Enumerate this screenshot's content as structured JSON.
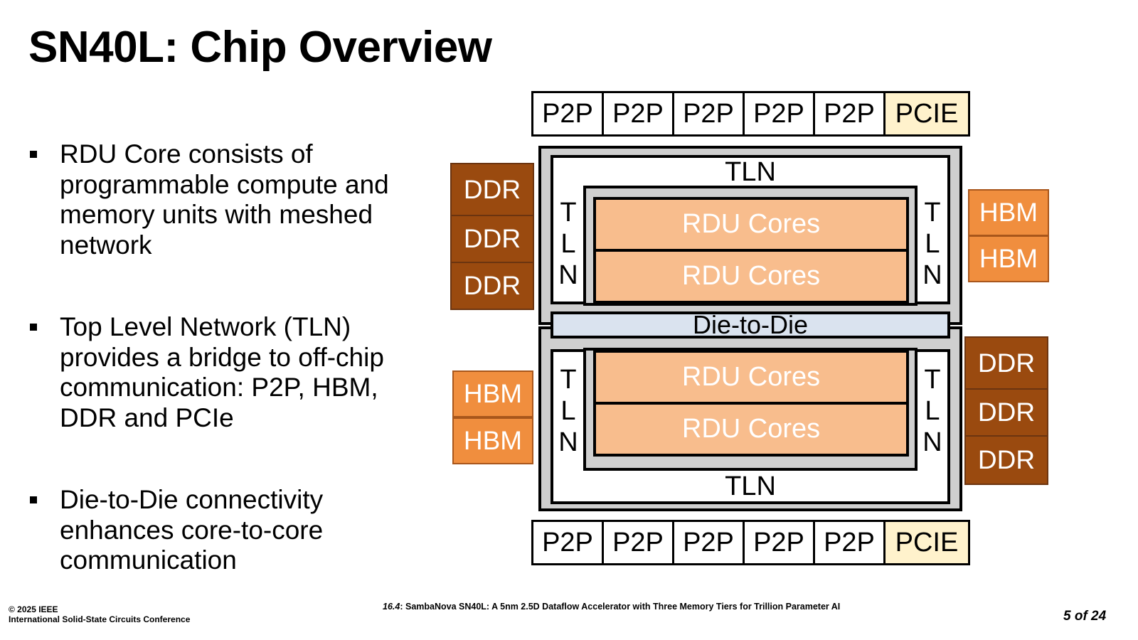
{
  "slide": {
    "title": "SN40L: Chip Overview",
    "bullets": [
      "RDU Core consists of programmable compute and memory units with meshed network",
      "Top Level Network (TLN) provides a bridge to off-chip communication: P2P, HBM, DDR and PCIe",
      "Die-to-Die connectivity enhances core-to-core communication"
    ]
  },
  "diagram": {
    "top_ports": [
      "P2P",
      "P2P",
      "P2P",
      "P2P",
      "P2P",
      "PCIE"
    ],
    "bottom_ports": [
      "P2P",
      "P2P",
      "P2P",
      "P2P",
      "P2P",
      "PCIE"
    ],
    "left_top_memory": [
      "DDR",
      "DDR",
      "DDR"
    ],
    "right_top_memory": [
      "HBM",
      "HBM"
    ],
    "left_bottom_memory": [
      "HBM",
      "HBM"
    ],
    "right_bottom_memory": [
      "DDR",
      "DDR",
      "DDR"
    ],
    "tln_label": "TLN",
    "tln_vertical": [
      "T",
      "L",
      "N"
    ],
    "rdu_label": "RDU Cores",
    "d2d_label": "Die-to-Die",
    "colors": {
      "ddr": "#9a4a0f",
      "hbm": "#f08e3e",
      "pcie": "#fff2cc",
      "rdu": "#f8bd8d",
      "die_to_die": "#dae3ef",
      "die_frame": "#cfcfcf"
    }
  },
  "footer": {
    "copyright": "© 2025 IEEE",
    "conference": "International Solid-State Circuits Conference",
    "session": "16.4",
    "paper_title": ": SambaNova SN40L: A 5nm 2.5D Dataflow Accelerator with Three Memory Tiers for Trillion Parameter AI",
    "page": "5 of 24"
  }
}
